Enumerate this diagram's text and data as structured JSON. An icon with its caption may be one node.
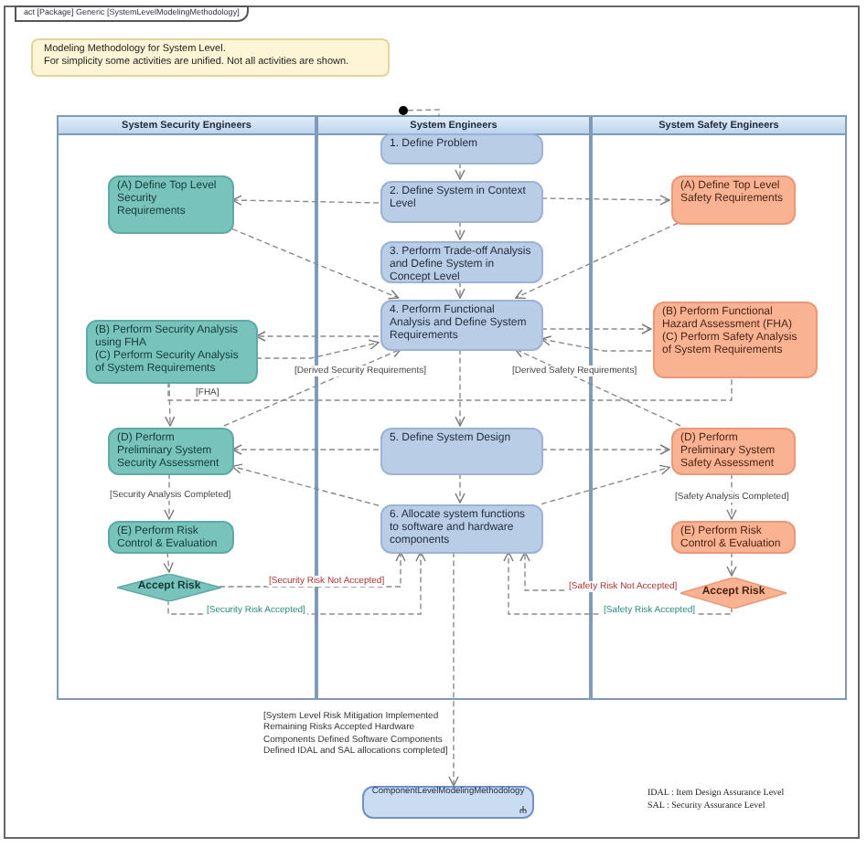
{
  "diagram": {
    "nodes": [
      {
        "text": [
          "Modeling Methodology for System Level.",
          "For simplicity some activities are unified. Not all activities are shown."
        ]
      },
      {
        "text": [
          "System Security Engineers"
        ]
      },
      {
        "text": [
          "System Engineers"
        ]
      },
      {
        "text": [
          "System Safety Engineers"
        ]
      },
      {
        "text": [],
        "shape": "circle"
      },
      {
        "text": [
          "1. Define Problem"
        ],
        "in": 2
      },
      {
        "text": [
          "2. Define System in Context Level"
        ],
        "in": 2
      },
      {
        "text": [
          "3. Perform Trade-off Analysis and Define System in Concept Level"
        ],
        "in": 2
      },
      {
        "text": [
          "4. Perform Functional Analysis and Define System Requirements"
        ],
        "in": 2
      },
      {
        "text": [
          "5. Define System Design"
        ],
        "in": 2
      },
      {
        "text": [
          "6. Allocate system functions to software and hardware components"
        ],
        "in": 2
      },
      {
        "text": [
          "(A) Define Top Level Security Requirements"
        ],
        "in": 1
      },
      {
        "text": [
          "(B) Perform Security Analysis using FHA",
          "(C) Perform Security Analysis of System Requirements"
        ],
        "in": 1
      },
      {
        "text": [
          "(D) Perform Preliminary System Security Assessment"
        ],
        "in": 1
      },
      {
        "text": [
          "(E) Perform Risk Control & Evaluation"
        ],
        "in": 1
      },
      {
        "text": [
          "Accept Risk"
        ],
        "in": 1
      },
      {
        "text": [
          "(A) Define Top Level Safety Requirements"
        ],
        "in": 3
      },
      {
        "text": [
          "(B) Perform Functional Hazard Assessment (FHA)",
          "(C) Perform Safety Analysis of System Requirements"
        ],
        "in": 3
      },
      {
        "text": [
          "(D) Perform Preliminary System Safety Assessment"
        ],
        "in": 3
      },
      {
        "text": [
          "(E) Perform Risk Control & Evaluation"
        ],
        "in": 3
      },
      {
        "text": [
          "Accept Risk"
        ],
        "in": 3
      },
      {
        "text": [
          "ComponentLevelModelingMethodology"
        ]
      }
    ],
    "edges": [
      {
        "from": 4,
        "to": 5,
        "arrow": "to"
      },
      {
        "from": 5,
        "to": 6,
        "arrow": "to"
      },
      {
        "from": 6,
        "to": 7,
        "arrow": "to"
      },
      {
        "from": 7,
        "to": 8,
        "arrow": "to"
      },
      {
        "from": 6,
        "to": 11,
        "arrow": "to"
      },
      {
        "from": 6,
        "to": 16,
        "arrow": "to"
      },
      {
        "from": 11,
        "to": 8,
        "arrow": "to"
      },
      {
        "from": 16,
        "to": 8,
        "arrow": "to"
      },
      {
        "from": 8,
        "to": 12,
        "arrow": "to"
      },
      {
        "from": 12,
        "to": 8,
        "arrow": "to"
      },
      {
        "from": 8,
        "to": 17,
        "arrow": "to"
      },
      {
        "from": 17,
        "to": 8,
        "arrow": "to"
      },
      {
        "from": 8,
        "to": 9,
        "arrow": "to"
      },
      {
        "from": 12,
        "to": 13,
        "arrow": "to"
      },
      {
        "from": 12,
        "to": 17,
        "arrow": "none",
        "label": "[FHA]"
      },
      {
        "from": 13,
        "to": 8,
        "arrow": "to",
        "label": "[Derived Security Requirements]"
      },
      {
        "from": 18,
        "to": 8,
        "arrow": "to",
        "label": "[Derived Safety Requirements]"
      },
      {
        "from": 9,
        "to": 13,
        "arrow": "to"
      },
      {
        "from": 9,
        "to": 18,
        "arrow": "to"
      },
      {
        "from": 10,
        "to": 13,
        "arrow": "to"
      },
      {
        "from": 10,
        "to": 18,
        "arrow": "to"
      },
      {
        "from": 9,
        "to": 10,
        "arrow": "to"
      },
      {
        "from": 13,
        "to": 14,
        "arrow": "to",
        "label": "[Security Analysis Completed]"
      },
      {
        "from": 18,
        "to": 19,
        "arrow": "to",
        "label": "[Safety Analysis Completed]"
      },
      {
        "from": 14,
        "to": 15,
        "arrow": "to"
      },
      {
        "from": 19,
        "to": 20,
        "arrow": "to"
      },
      {
        "from": 15,
        "to": 10,
        "arrow": "to",
        "label": "[Security Risk Not Accepted]"
      },
      {
        "from": 15,
        "to": 10,
        "arrow": "to",
        "label": "[Security Risk Accepted]"
      },
      {
        "from": 20,
        "to": 10,
        "arrow": "to",
        "label": "[Safety Risk Not Accepted]"
      },
      {
        "from": 20,
        "to": 10,
        "arrow": "to",
        "label": "[Safety Risk Accepted]"
      },
      {
        "from": 10,
        "to": 21,
        "arrow": "to",
        "label": "[System Level Risk Mitigation Implemented Remaining Risks Accepted Hardware Components Defined Software Components Defined IDAL and SAL allocations completed]"
      }
    ],
    "labels": [
      "act [Package] Generic [SystemLevelModelingMethodology]",
      "IDAL : Item Design Assurance Level",
      "SAL : Security Assurance Level"
    ]
  }
}
